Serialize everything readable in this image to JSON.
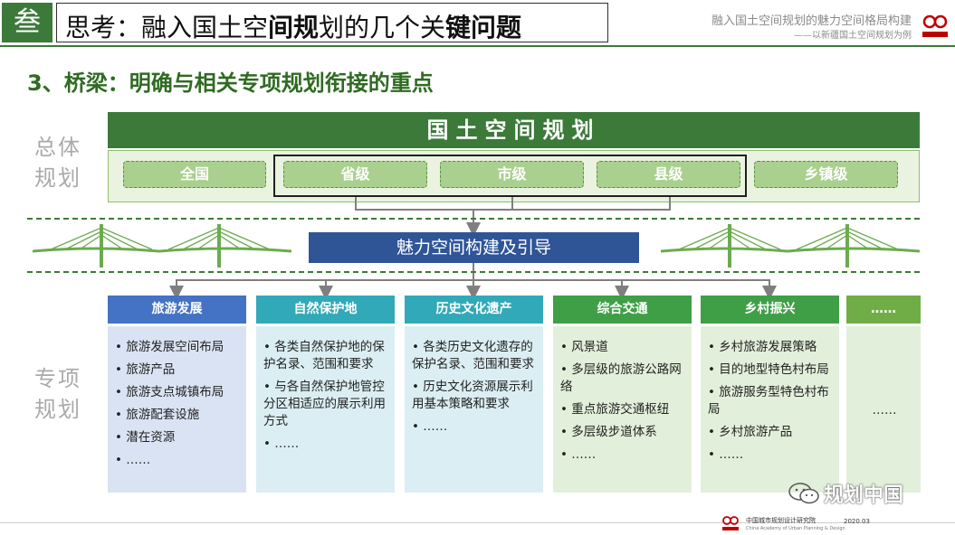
{
  "header": {
    "number": "叁",
    "title_a": "思考：融入国土空",
    "title_b": "间规",
    "title_c": "划的几个关",
    "title_d": "键问题",
    "subtitle1": "融入国土空间规划的魅力空间格局构建",
    "subtitle2": "——以新疆国土空间规划为例"
  },
  "section_title": "3、桥梁：明确与相关专项规划衔接的重点",
  "side_labels": {
    "overall": "总体规划",
    "special": "专项规划"
  },
  "top_banner": "国土空间规划",
  "levels": [
    "全国",
    "省级",
    "市级",
    "县级",
    "乡镇级"
  ],
  "middle_box": "魅力空间构建及引导",
  "columns": [
    {
      "title": "旅游发展",
      "items": [
        "旅游发展空间布局",
        "旅游产品",
        "旅游支点城镇布局",
        "旅游配套设施",
        "潜在资源",
        "……"
      ]
    },
    {
      "title": "自然保护地",
      "items": [
        "各类自然保护地的保护名录、范围和要求",
        "与各自然保护地管控分区相适应的展示利用方式",
        "……"
      ]
    },
    {
      "title": "历史文化遗产",
      "items": [
        "各类历史文化遗存的保护名录、范围和要求",
        "历史文化资源展示利用基本策略和要求",
        "……"
      ]
    },
    {
      "title": "综合交通",
      "items": [
        "风景道",
        "多层级的旅游公路网络",
        "重点旅游交通枢纽",
        "多层级步道体系",
        "……"
      ]
    },
    {
      "title": "乡村振兴",
      "items": [
        "乡村旅游发展策略",
        "目的地型特色村布局",
        "旅游服务型特色村布局",
        "乡村旅游产品",
        "……"
      ]
    },
    {
      "title": "……",
      "items": [
        "……"
      ]
    }
  ],
  "colors": {
    "col_headers": [
      "#4472c4",
      "#31a9b8",
      "#31a9b8",
      "#3f9f46",
      "#3f9f46",
      "#70ad47"
    ],
    "col_bodies": [
      "#dae3f3",
      "#dbeef3",
      "#dbeef3",
      "#e2efda",
      "#e2efda",
      "#e2efda"
    ]
  },
  "footer": {
    "org": "中国城市规划设计研究院",
    "org_en": "China Academy of Urban Planning & Design",
    "date": "2020.03"
  },
  "watermark": "规划中国"
}
